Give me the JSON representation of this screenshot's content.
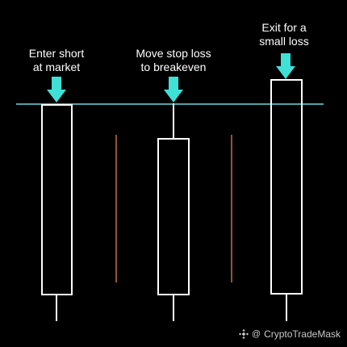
{
  "colors": {
    "background": "#000000",
    "candle": "#ffffff",
    "level_line": "#66dbe0",
    "arrow": "#3fe0d6",
    "separator": "#c8703c",
    "text": "#ffffff",
    "watermark": "#c9c9c9"
  },
  "annotations": [
    {
      "lines": [
        "Enter short",
        "at market"
      ],
      "arrow_icon": "down-arrow-icon"
    },
    {
      "lines": [
        "Move stop loss",
        "to breakeven"
      ],
      "arrow_icon": "down-arrow-icon"
    },
    {
      "lines": [
        "Exit for a",
        "small loss"
      ],
      "arrow_icon": "down-arrow-icon"
    }
  ],
  "watermark": {
    "icon": "binance-logo-icon",
    "at": "@",
    "text": "CryptoTradeMask"
  }
}
